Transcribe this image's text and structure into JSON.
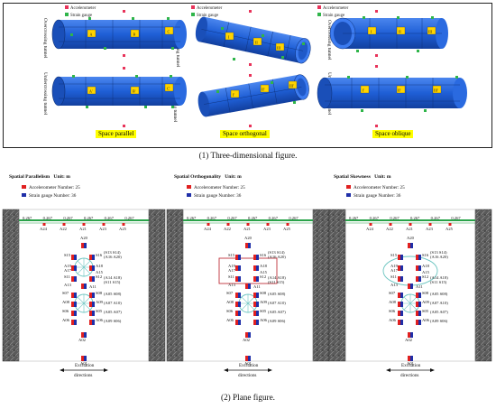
{
  "top_panel": {
    "legend": {
      "accelerometer": "Accelerometer",
      "strain_gauge": "Strain gauge"
    },
    "labels": {
      "overcrossing": "Overcrossing tunnel",
      "undercrossing": "Undercrossing tunnel"
    },
    "cases": [
      {
        "title": "Space parallel",
        "top_marks": [
          "A",
          "B",
          "C"
        ],
        "bottom_marks": [
          "A'",
          "B'",
          "C'"
        ]
      },
      {
        "title": "Space orthogonal",
        "top_marks": [
          "I",
          "II",
          "III"
        ],
        "bottom_marks": [
          "I'",
          "II'",
          "III'"
        ]
      },
      {
        "title": "Space oblique",
        "top_marks": [
          "I",
          "II",
          "III"
        ],
        "bottom_marks": [
          "I'",
          "II'",
          "III'"
        ]
      }
    ],
    "caption": "(1) Three-dimensional figure."
  },
  "bottom_panel": {
    "unit_text": "Unit: m",
    "accelerometer_text": "Accelerometer Number: 25",
    "strain_text": "Strain gauge Number: 36",
    "spacing_label": "0.267",
    "excitation_line1": "Excitation",
    "excitation_line2": "directions",
    "caption": "(2) Plane figure.",
    "panels": [
      {
        "title": "Spatial Parallelism",
        "tunnel": "parallel"
      },
      {
        "title": "Spatial Orthogonality",
        "tunnel": "orthogonal"
      },
      {
        "title": "Spatial Skewness",
        "tunnel": "oblique"
      }
    ],
    "surface_labels": [
      "A24",
      "A22",
      "A21",
      "A23",
      "A25"
    ],
    "column": {
      "top": "A20",
      "upper_left": [
        "S15",
        "A19",
        "S11"
      ],
      "upper_right_col": [
        "S16",
        "A18",
        "S12"
      ],
      "upper_right_notes": [
        "(S13 S14)",
        "(A16 A20)"
      ],
      "mid_left": [
        "A17",
        "S09"
      ],
      "mid_right": [
        "A15",
        "S10"
      ],
      "mid_right_notes": [
        "(A14 A18)",
        "(S11 S15)"
      ],
      "center": [
        "A13",
        "A11"
      ],
      "lower_left": [
        "S07",
        "A08",
        "S06",
        "A06",
        "S03",
        "A05",
        "A02"
      ],
      "lower_right": [
        "S08",
        "A09",
        "S05",
        "A06",
        "A03"
      ],
      "lower_right_notes": [
        "(A05 S08)",
        "(A07 A10)",
        "(A05 A07)",
        "(A09 S06)"
      ],
      "bottom": "A01"
    }
  },
  "colors": {
    "tunnel_blue": "#1f5fd6",
    "accelerometer": "#e8335a",
    "strain_gauge": "#2fb54a",
    "ground_hatch": "#555555",
    "soil_surface": "#2aa34a",
    "mark_yellow": "#ffd400",
    "panel_red": "#e02020",
    "panel_blue": "#1f2fa8",
    "caption_box": "#ffff00"
  }
}
